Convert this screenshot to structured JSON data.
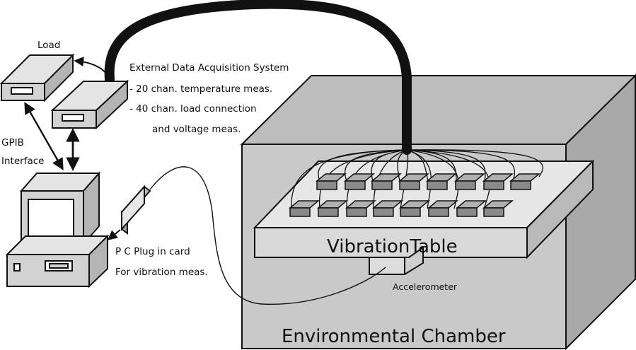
{
  "labels": {
    "load": "Load",
    "gpib_line1": "GPIB",
    "gpib_line2": "Interface",
    "daq_title": "External Data Acquisition System",
    "daq_item1": "- 20 chan. temperature meas.",
    "daq_item2": "- 40 chan. load connection",
    "daq_item3": "and voltage meas.",
    "pc_plug_line1": "P C Plug  in card",
    "pc_plug_line2": "For vibration meas.",
    "vibration_table": "VibrationTable",
    "accelerometer": "Accelerometer",
    "chamber": "Environmental Chamber"
  },
  "colors": {
    "line": "#111111",
    "box_face": "#d2d2d2",
    "box_side": "#b4b4b4",
    "chamber_front": "#c9c9c9",
    "chamber_top": "#bdbdbd",
    "chamber_side": "#a9a9a9",
    "module": "#8a8a8a"
  },
  "components": {
    "module_count": 16
  }
}
